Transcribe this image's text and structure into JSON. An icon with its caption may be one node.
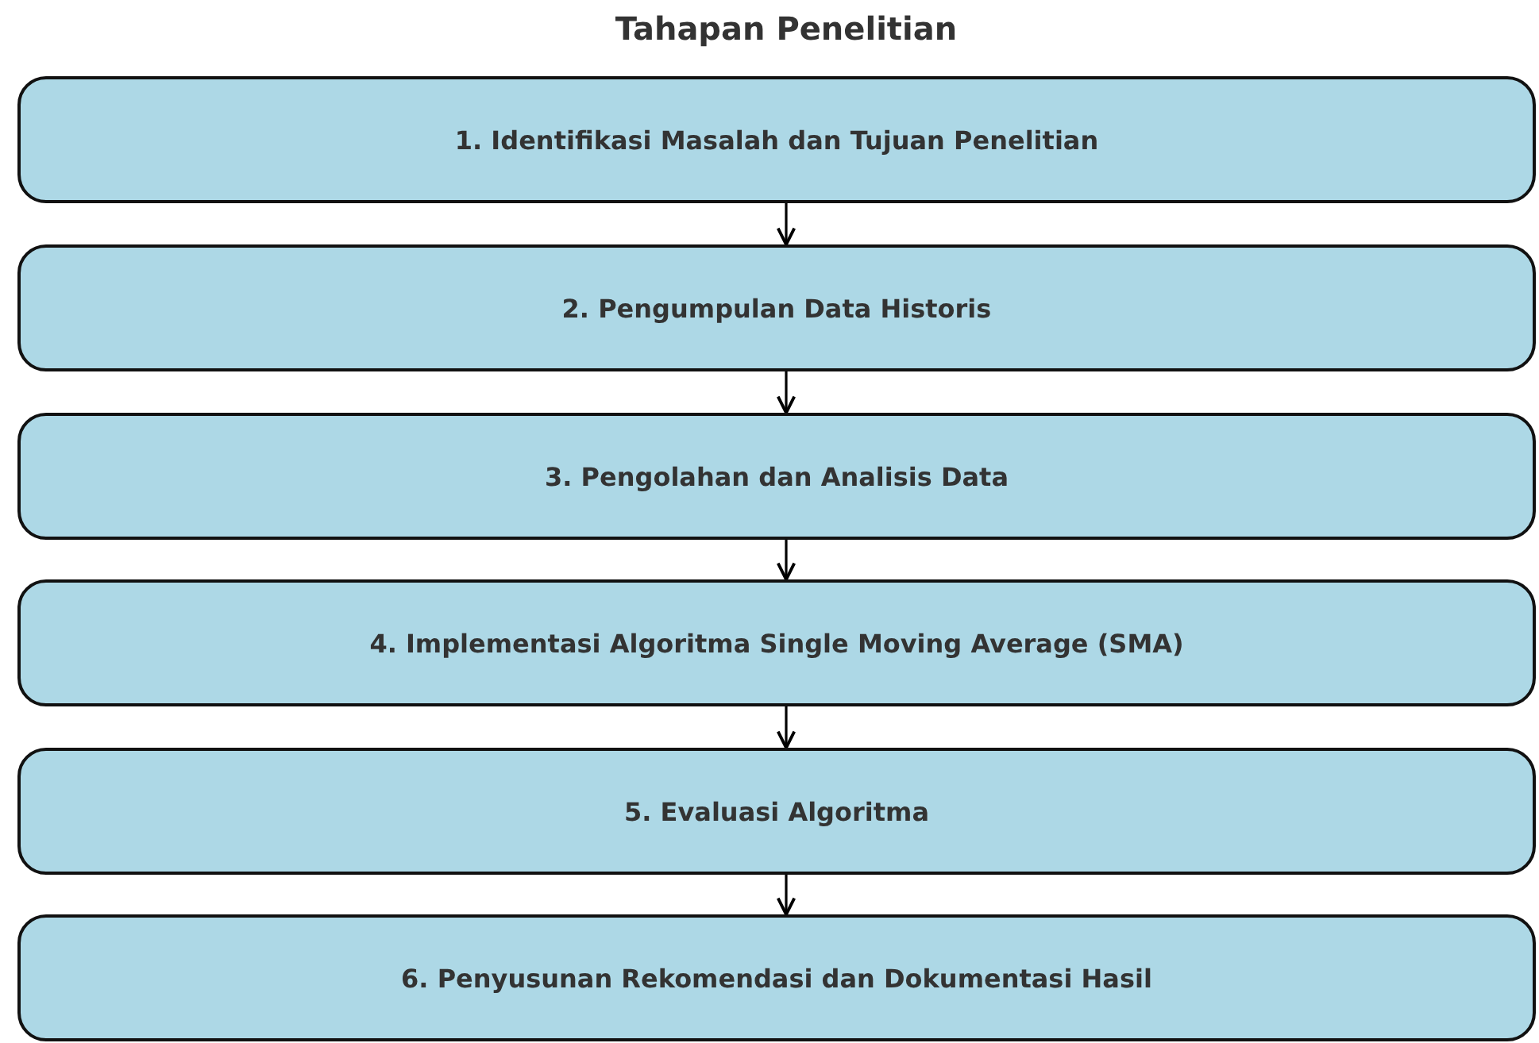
{
  "diagram": {
    "title": "Tahapan Penelitian",
    "nodes": [
      {
        "text": [
          "1. Identifikasi Masalah dan Tujuan Penelitian"
        ]
      },
      {
        "text": [
          "2. Pengumpulan Data Historis"
        ]
      },
      {
        "text": [
          "3. Pengolahan dan Analisis Data"
        ]
      },
      {
        "text": [
          "4. Implementasi Algoritma Single Moving Average (SMA)"
        ]
      },
      {
        "text": [
          "5. Evaluasi Algoritma"
        ]
      },
      {
        "text": [
          "6. Penyusunan Rekomendasi dan Dokumentasi Hasil"
        ]
      }
    ],
    "edges": [
      {
        "from": 0,
        "to": 1,
        "arrow": "to"
      },
      {
        "from": 1,
        "to": 2,
        "arrow": "to"
      },
      {
        "from": 2,
        "to": 3,
        "arrow": "to"
      },
      {
        "from": 3,
        "to": 4,
        "arrow": "to"
      },
      {
        "from": 4,
        "to": 5,
        "arrow": "to"
      }
    ]
  }
}
